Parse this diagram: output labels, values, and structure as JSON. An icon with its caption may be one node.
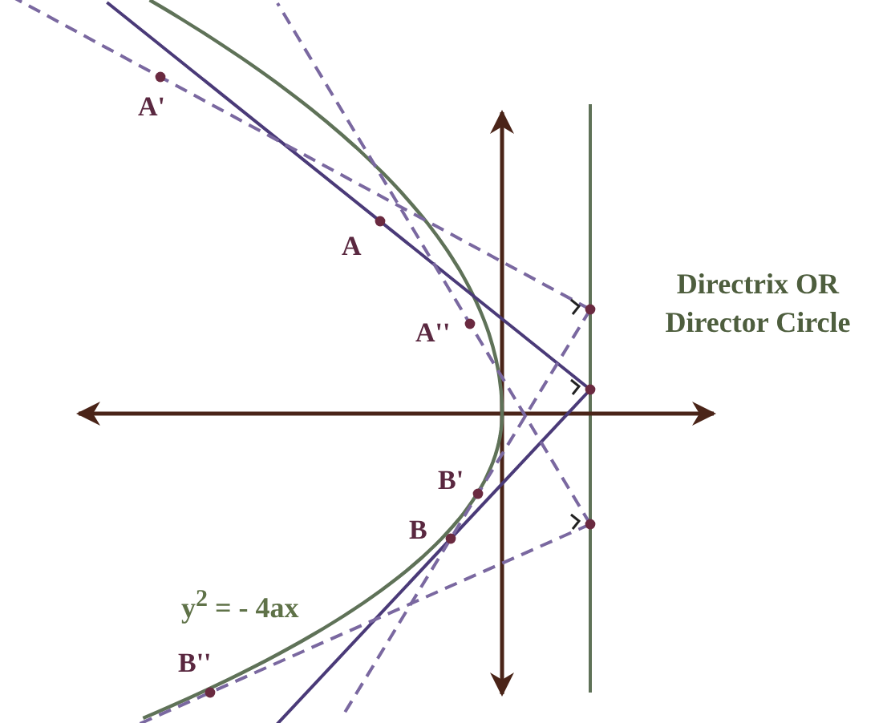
{
  "diagram": {
    "labels": [
      "A'",
      "A",
      "A''",
      "Directrix OR Director Circle",
      "B'",
      "B",
      "y$^{2}$ = - 4ax",
      "B''"
    ]
  }
}
